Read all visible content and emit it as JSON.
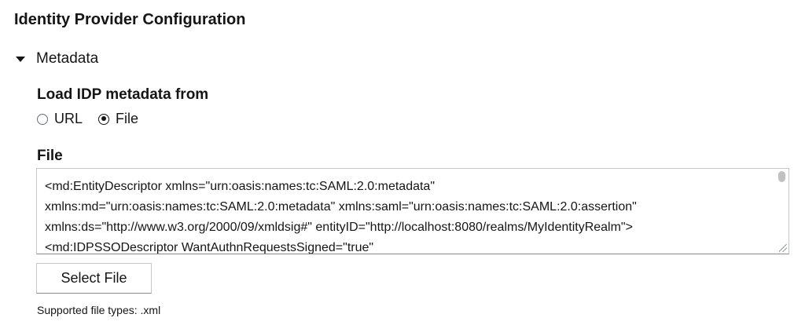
{
  "page": {
    "section_title": "Identity Provider Configuration"
  },
  "metadata_section": {
    "label": "Metadata",
    "expanded": true
  },
  "load_from": {
    "label": "Load IDP metadata from",
    "options": [
      {
        "label": "URL",
        "checked": false
      },
      {
        "label": "File",
        "checked": true
      }
    ]
  },
  "file": {
    "label": "File",
    "textarea_value": "<md:EntityDescriptor xmlns=\"urn:oasis:names:tc:SAML:2.0:metadata\"\nxmlns:md=\"urn:oasis:names:tc:SAML:2.0:metadata\" xmlns:saml=\"urn:oasis:names:tc:SAML:2.0:assertion\"\nxmlns:ds=\"http://www.w3.org/2000/09/xmldsig#\" entityID=\"http://localhost:8080/realms/MyIdentityRealm\">\n<md:IDPSSODescriptor WantAuthnRequestsSigned=\"true\"",
    "select_button": "Select File",
    "helper_text": "Supported file types: .xml"
  },
  "icons": {
    "expand": "caret-down-icon"
  }
}
